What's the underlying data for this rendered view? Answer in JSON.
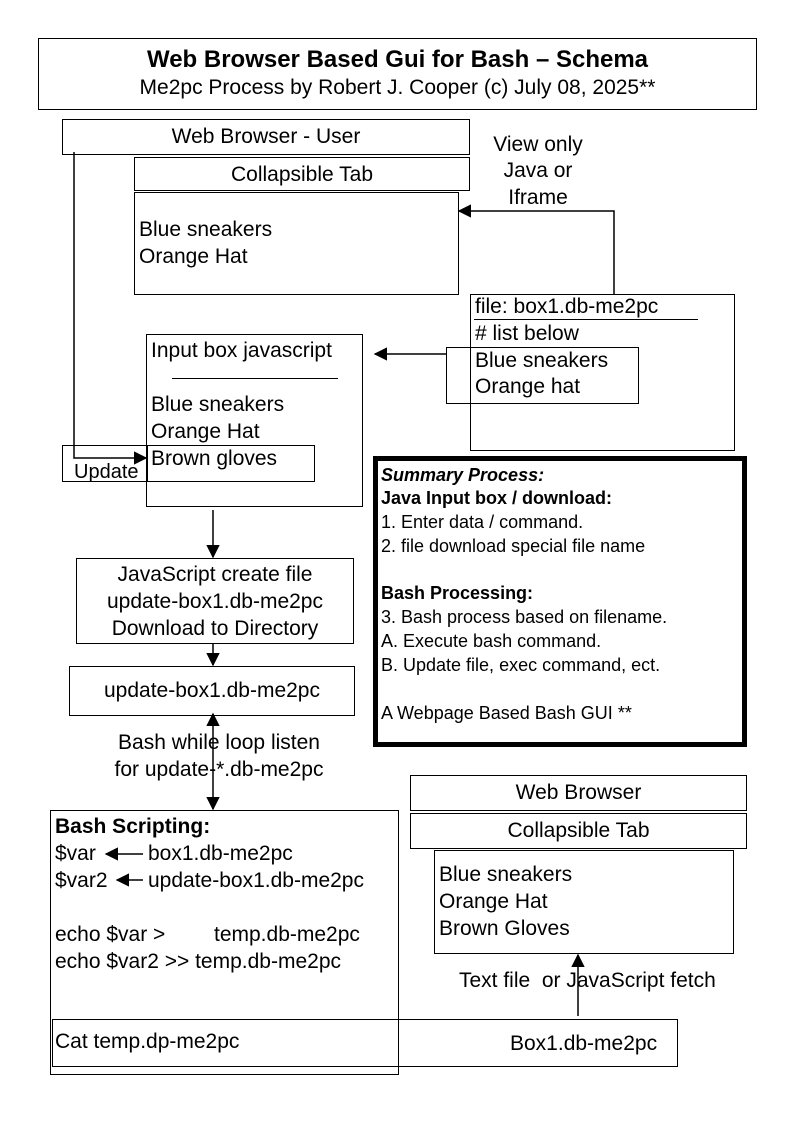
{
  "header": {
    "title": "Web Browser Based Gui for Bash – Schema",
    "subtitle": "Me2pc Process by Robert J. Cooper (c) July 08, 2025**"
  },
  "browser_top": {
    "title": "Web Browser - User",
    "tab": "Collapsible Tab",
    "items": [
      "Blue sneakers",
      "Orange Hat"
    ]
  },
  "view_note": [
    "View only",
    "Java or",
    "Iframe"
  ],
  "file_box": {
    "name": "file: box1.db-me2pc",
    "comment": "# list below",
    "items": [
      "Blue sneakers",
      "Orange hat"
    ]
  },
  "input_box": {
    "title": "Input box javascript",
    "items": [
      "Blue sneakers",
      "Orange Hat"
    ],
    "new_item": "Brown gloves",
    "update_button": "Update"
  },
  "summary": {
    "heading": "Summary Process:",
    "java_heading": "Java Input box / download:",
    "java_steps": [
      "1. Enter data / command.",
      "2. file download special file name"
    ],
    "bash_heading": "Bash Processing:",
    "bash_steps": [
      "3. Bash process based on filename.",
      "A. Execute bash command.",
      "B. Update file, exec command, ect."
    ],
    "footer": "A Webpage Based Bash GUI **"
  },
  "js_create": [
    "JavaScript create file",
    "update-box1.db-me2pc",
    "Download to Directory"
  ],
  "update_file": "update-box1.db-me2pc",
  "loop_label": [
    "Bash while loop listen",
    "for update-*.db-me2pc"
  ],
  "bash_box": {
    "heading": "Bash Scripting:",
    "var1": "$var",
    "var1_src": "box1.db-me2pc",
    "var2": "$var2",
    "var2_src": "update-box1.db-me2pc",
    "echo1_cmd": "echo $var >",
    "echo1_target": "temp.db-me2pc",
    "echo2": "echo $var2 >> temp.db-me2pc",
    "cat_cmd": "Cat temp.dp-me2pc",
    "result_file": "Box1.db-me2pc"
  },
  "browser_bottom": {
    "title": "Web Browser",
    "tab": "Collapsible Tab",
    "items": [
      "Blue sneakers",
      "Orange Hat",
      "Brown Gloves"
    ]
  },
  "fetch_label": "Text file  or JavaScript fetch"
}
